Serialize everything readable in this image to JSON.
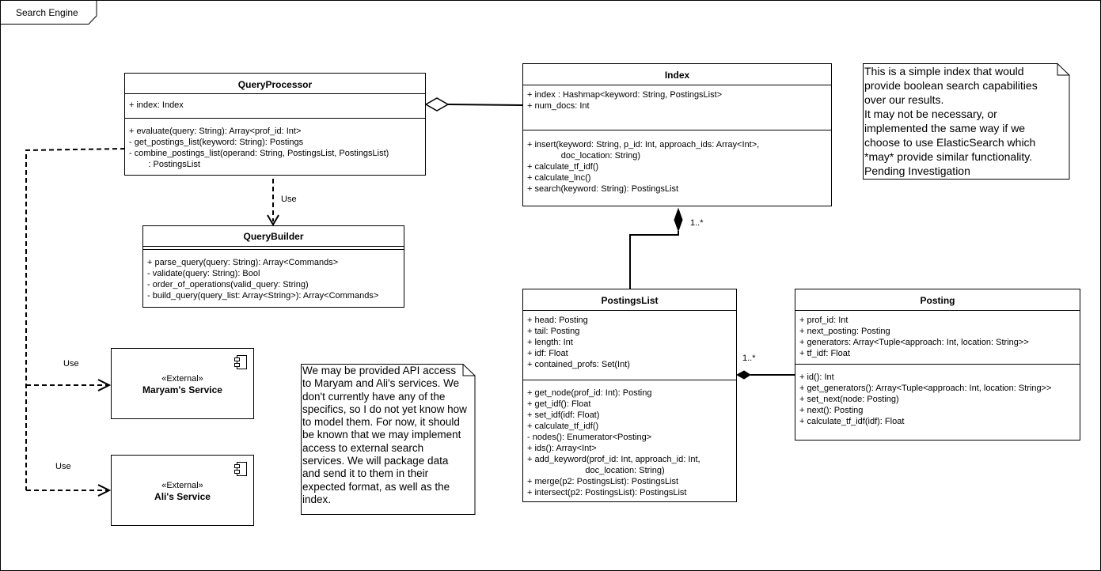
{
  "frame": {
    "title": "Search Engine"
  },
  "classes": {
    "query_processor": {
      "name": "QueryProcessor",
      "attributes": [
        "+ index: Index"
      ],
      "methods": [
        "+ evaluate(query: String): Array<prof_id: Int>",
        "- get_postings_list(keyword: String): Postings",
        "- combine_postings_list(operand: String, PostingsList, PostingsList)",
        "        : PostingsList"
      ]
    },
    "query_builder": {
      "name": "QueryBuilder",
      "attributes": [],
      "methods": [
        "+ parse_query(query: String): Array<Commands>",
        "- validate(query: String): Bool",
        "- order_of_operations(valid_query: String)",
        "- build_query(query_list: Array<String>): Array<Commands>"
      ]
    },
    "index": {
      "name": "Index",
      "attributes": [
        "+ index : Hashmap<keyword: String, PostingsList>",
        "+ num_docs: Int"
      ],
      "methods": [
        "+ insert(keyword: String, p_id: Int, approach_ids: Array<Int>,",
        "              doc_location: String)",
        "+ calculate_tf_idf()",
        "+ calculate_lnc()",
        "+ search(keyword: String): PostingsList"
      ]
    },
    "postings_list": {
      "name": "PostingsList",
      "attributes": [
        "+ head: Posting",
        "+ tail: Posting",
        "+ length: Int",
        "+ idf: Float",
        "+ contained_profs: Set(Int)"
      ],
      "methods": [
        "+ get_node(prof_id: Int): Posting",
        "+ get_idf(): Float",
        "+ set_idf(idf: Float)",
        "+ calculate_tf_idf()",
        "- nodes(): Enumerator<Posting>",
        "+ ids(): Array<Int>",
        "+ add_keyword(prof_id: Int, approach_id: Int,",
        "                        doc_location: String)",
        "+ merge(p2: PostingsList): PostingsList",
        "+ intersect(p2: PostingsList): PostingsList"
      ]
    },
    "posting": {
      "name": "Posting",
      "attributes": [
        "+ prof_id: Int",
        "+ next_posting: Posting",
        "+ generators: Array<Tuple<approach: Int, location: String>>",
        "+ tf_idf: Float"
      ],
      "methods": [
        "+ id(): Int",
        "+ get_generators(): Array<Tuple<approach: Int, location: String>>",
        "+ set_next(node: Posting)",
        "+ next(): Posting",
        "+ calculate_tf_idf(idf): Float"
      ]
    }
  },
  "components": {
    "maryam": {
      "stereotype": "«External»",
      "name": "Maryam's Service"
    },
    "ali": {
      "stereotype": "«External»",
      "name": "Ali's Service"
    }
  },
  "notes": {
    "index_note": "This is a simple index that would\nprovide boolean search capabilities\nover our results.\nIt may not be necessary, or\nimplemented the same way if we\nchoose to use ElasticSearch which\n*may* provide similar functionality.\nPending Investigation",
    "api_note": "We may be provided API access\nto Maryam and Ali's services. We\ndon't currently have any of the\nspecifics, so I do not yet know how\nto model them. For now, it should\nbe known that we may implement\naccess to external search\nservices. We will package data\nand send it to them in their\nexpected format, as well as the\nindex."
  },
  "links": {
    "use_builder": "Use",
    "use_maryam": "Use",
    "use_ali": "Use",
    "index_postings_mult": "1..*",
    "postings_posting_mult": "1..*"
  }
}
